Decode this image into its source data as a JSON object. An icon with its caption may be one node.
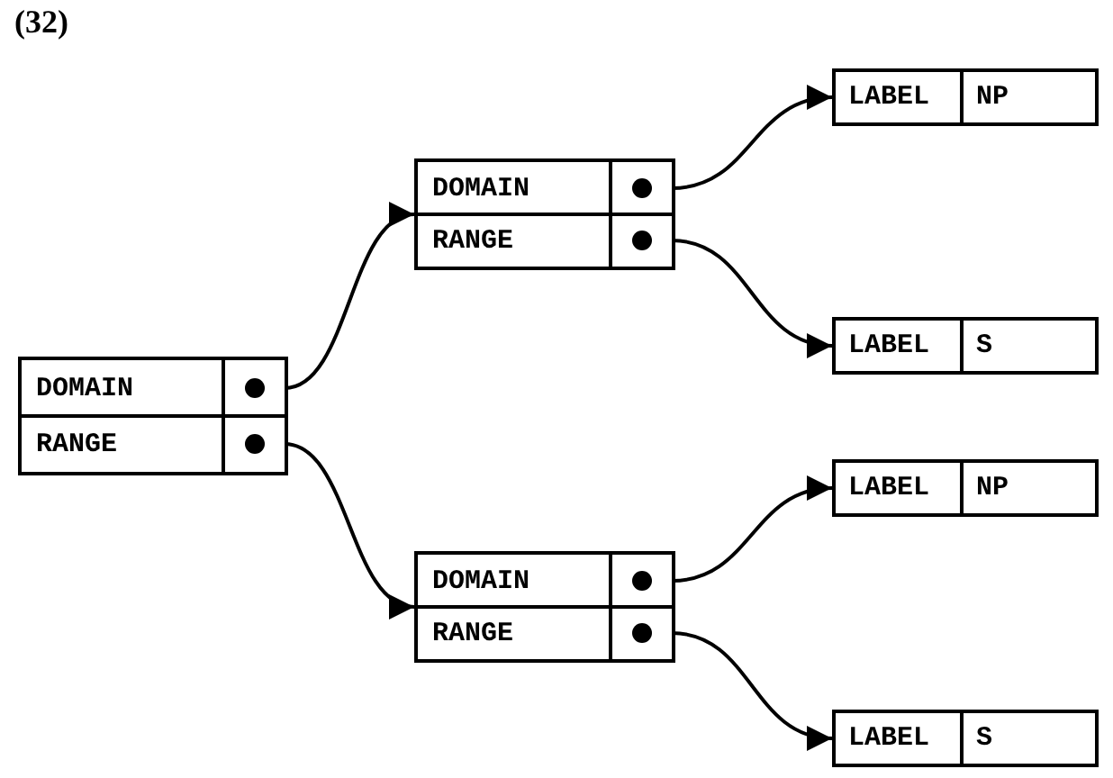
{
  "diagram": {
    "nodes": [
      {
        "text": [],
        "shape": "box"
      },
      {
        "text": [
          "DOMAIN"
        ],
        "in": 0
      },
      {
        "text": [
          "RANGE"
        ],
        "in": 0
      },
      {
        "text": [],
        "shape": "box"
      },
      {
        "text": [
          "DOMAIN"
        ],
        "in": 3
      },
      {
        "text": [
          "RANGE"
        ],
        "in": 3
      },
      {
        "text": [
          "LABEL",
          "NP"
        ]
      },
      {
        "text": [
          "LABEL",
          "S"
        ]
      },
      {
        "text": [],
        "shape": "box"
      },
      {
        "text": [
          "DOMAIN"
        ],
        "in": 8
      },
      {
        "text": [
          "RANGE"
        ],
        "in": 8
      },
      {
        "text": [
          "LABEL",
          "NP"
        ]
      },
      {
        "text": [
          "LABEL",
          "S"
        ]
      }
    ],
    "edges": [
      {
        "from": 1,
        "to": 3,
        "arrow": "to"
      },
      {
        "from": 2,
        "to": 8,
        "arrow": "to"
      },
      {
        "from": 4,
        "to": 6,
        "arrow": "to"
      },
      {
        "from": 5,
        "to": 7,
        "arrow": "to"
      },
      {
        "from": 9,
        "to": 11,
        "arrow": "to"
      },
      {
        "from": 10,
        "to": 12,
        "arrow": "to"
      }
    ],
    "labels": [
      "(32)"
    ]
  }
}
